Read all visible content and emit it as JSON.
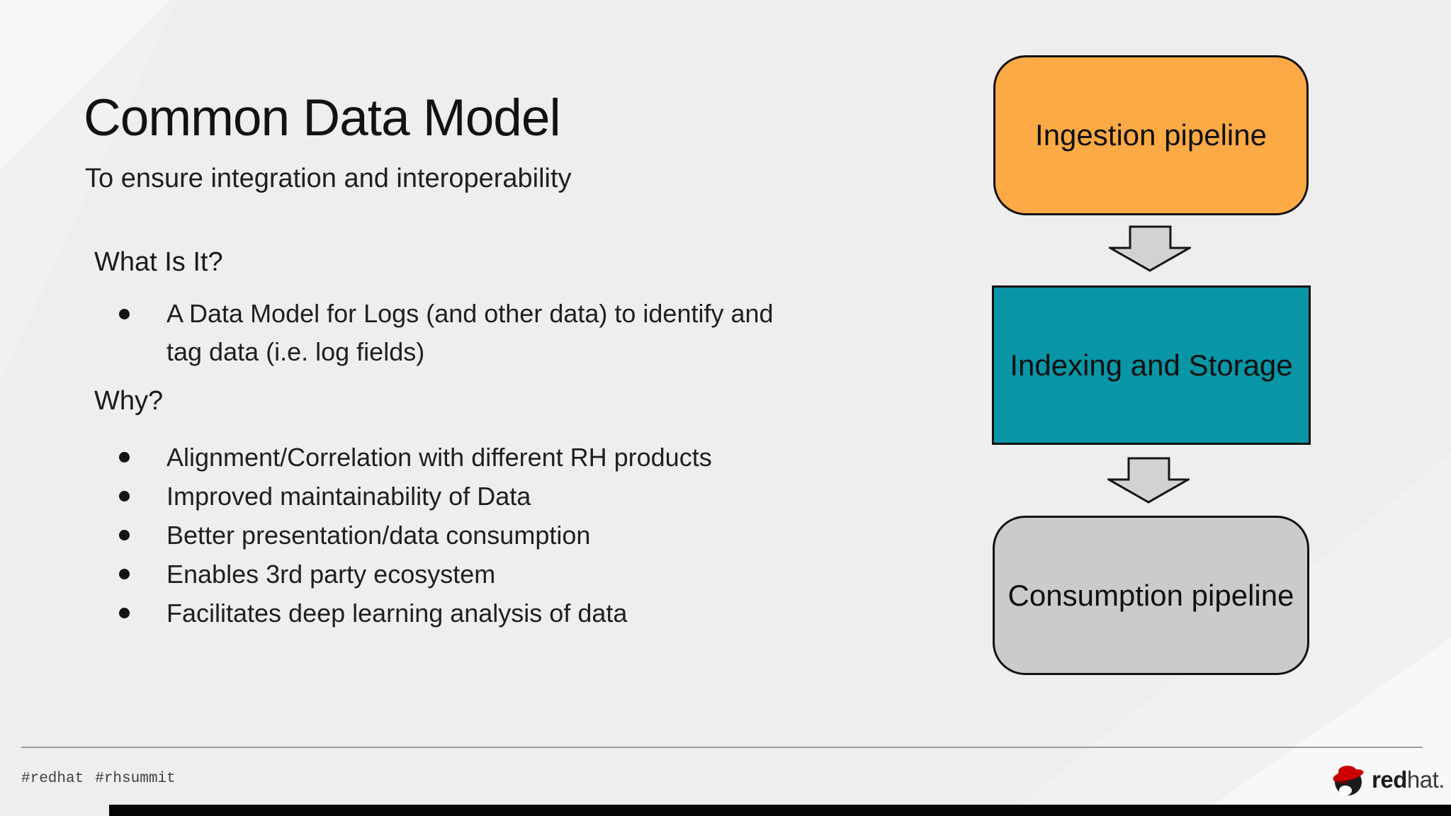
{
  "slide": {
    "title": "Common Data Model",
    "subtitle": "To ensure integration and interoperability",
    "what_heading": "What Is It?",
    "what_bullets": [
      "A Data Model for Logs (and other data) to identify and tag data (i.e. log fields)"
    ],
    "why_heading": "Why?",
    "why_bullets": [
      "Alignment/Correlation with different RH products",
      "Improved maintainability of Data",
      "Better presentation/data consumption",
      "Enables 3rd party ecosystem",
      "Facilitates deep learning analysis of data"
    ]
  },
  "diagram": {
    "nodes": [
      {
        "label": "Ingestion pipeline",
        "fill": "#fbaa45",
        "shape": "rounded"
      },
      {
        "label": "Indexing and Storage",
        "fill": "#0896a6",
        "shape": "rectangle"
      },
      {
        "label": "Consumption pipeline",
        "fill": "#cbcbcb",
        "shape": "rounded"
      }
    ],
    "arrow": {
      "direction": "down",
      "fill": "#d2d2d2",
      "stroke": "#151515"
    }
  },
  "footer": {
    "hashtags": [
      "#redhat",
      "#rhsummit"
    ],
    "logo": {
      "bold_part": "red",
      "regular_part": "hat."
    }
  },
  "colors": {
    "background": "#eeeeef",
    "text": "#1c1c1c",
    "footer_line": "#9c9c9c",
    "logo_hat_red": "#cc0000"
  }
}
